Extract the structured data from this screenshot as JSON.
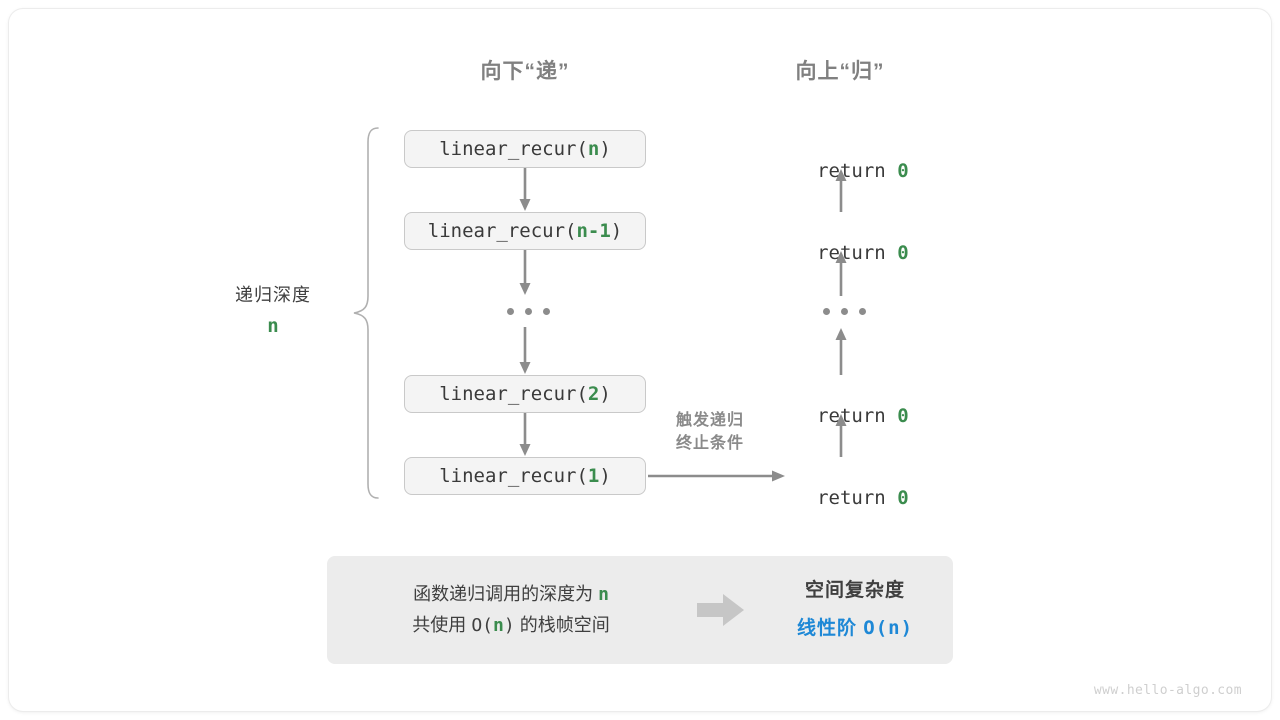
{
  "diagram": {
    "headers": {
      "down": "向下“递”",
      "up": "向上“归”"
    },
    "depth_label": {
      "text": "递归深度",
      "value": "n"
    },
    "trigger_note": {
      "line1": "触发递归",
      "line2": "终止条件"
    },
    "call_stack": [
      {
        "prefix": "linear_recur(",
        "arg": "n",
        "suffix": ")"
      },
      {
        "prefix": "linear_recur(",
        "arg": "n-1",
        "suffix": ")"
      },
      {
        "prefix": "linear_recur(",
        "arg": "2",
        "suffix": ")"
      },
      {
        "prefix": "linear_recur(",
        "arg": "1",
        "suffix": ")"
      }
    ],
    "returns": [
      {
        "text": "return ",
        "value": "0"
      },
      {
        "text": "return ",
        "value": "0"
      },
      {
        "text": "return ",
        "value": "0"
      },
      {
        "text": "return ",
        "value": "0"
      }
    ],
    "ellipsis": "...",
    "summary": {
      "left_line1_a": "函数递归调用的深度为 ",
      "left_line1_n": "n",
      "left_line2_a": "共使用 ",
      "left_line2_b": "O(",
      "left_line2_n": "n",
      "left_line2_c": ")",
      "left_line2_d": " 的栈帧空间",
      "arrow_icon": "right-arrow-icon",
      "right_title": "空间复杂度",
      "right_value_label": "线性阶 ",
      "right_value_expr": "O(n)"
    },
    "watermark": "www.hello-algo.com",
    "colors": {
      "accent_green": "#3b8c4e",
      "accent_blue": "#1e88d6",
      "gray_stroke": "#8c8c8c",
      "box_fill": "#f4f4f4",
      "box_border": "#c9c9c9",
      "panel_fill": "#ececec",
      "text_dark": "#3f3f3f",
      "text_muted": "#808080"
    }
  }
}
